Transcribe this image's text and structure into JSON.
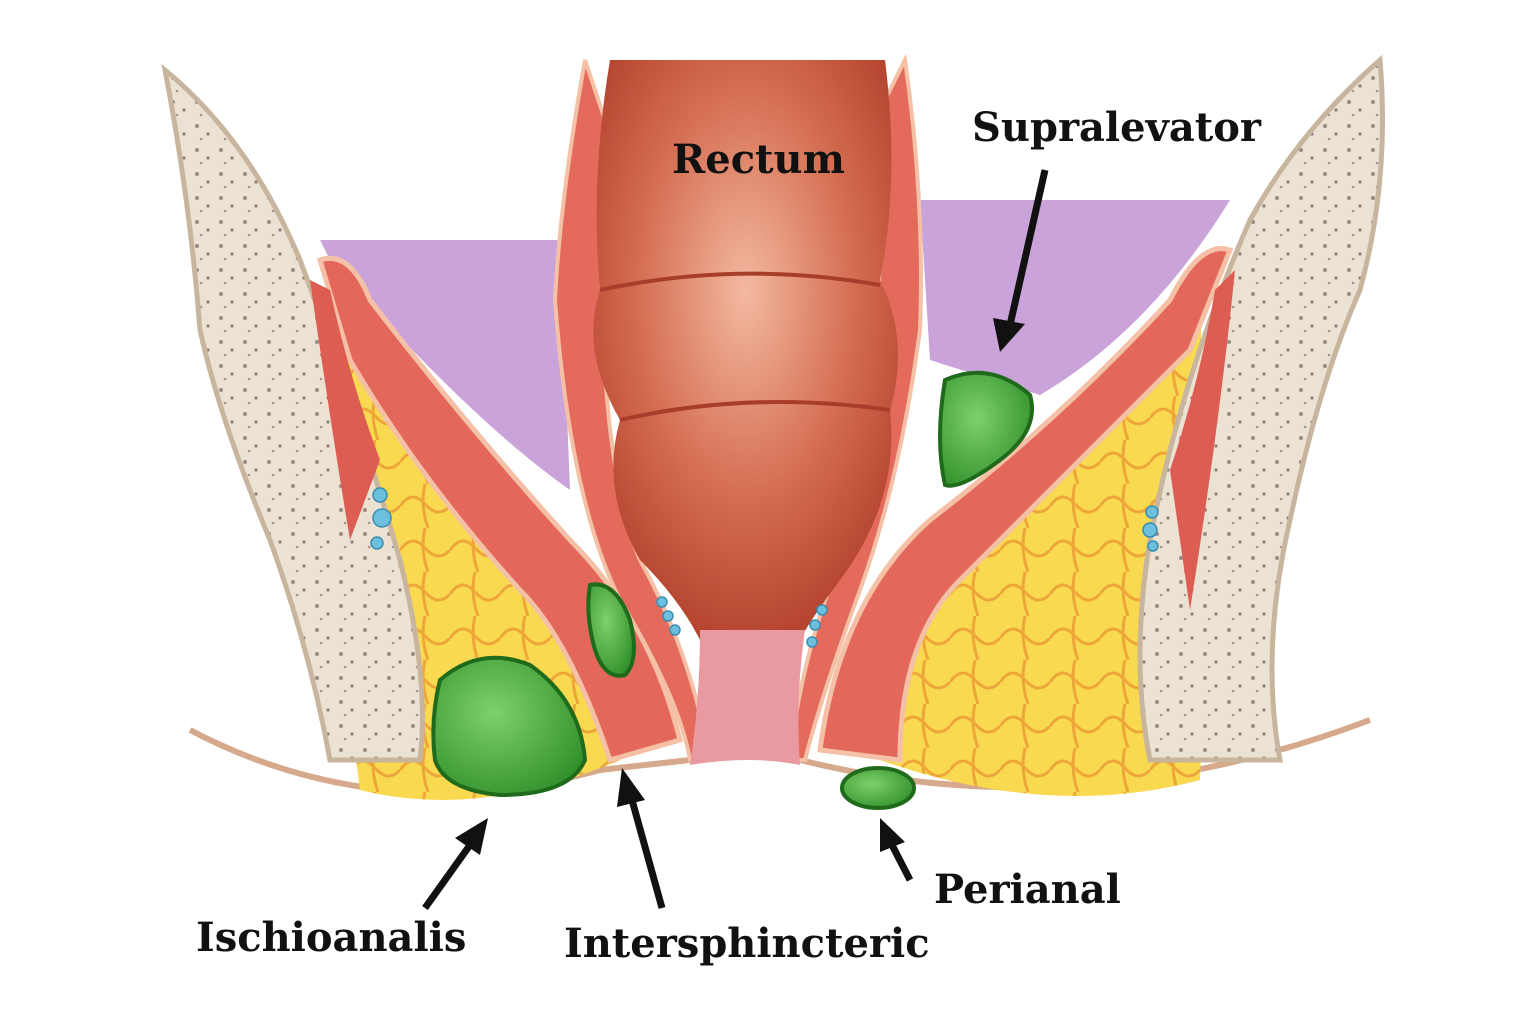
{
  "labels": {
    "rectum": "Rectum",
    "supralevator": "Supralevator",
    "ischioanalis": "Ischioanalis",
    "intersphincteric": "Intersphincteric",
    "perianal": "Perianal"
  },
  "colors": {
    "bone": "#eadfcf",
    "bone_edge": "#c9b39a",
    "pelvic_space": "#c7a2d6",
    "muscle": "#e0675a",
    "rectum": "#c8583f",
    "fat": "#f6d25a",
    "abscess": "#4caf3e",
    "skin": "#f2c9a8"
  }
}
